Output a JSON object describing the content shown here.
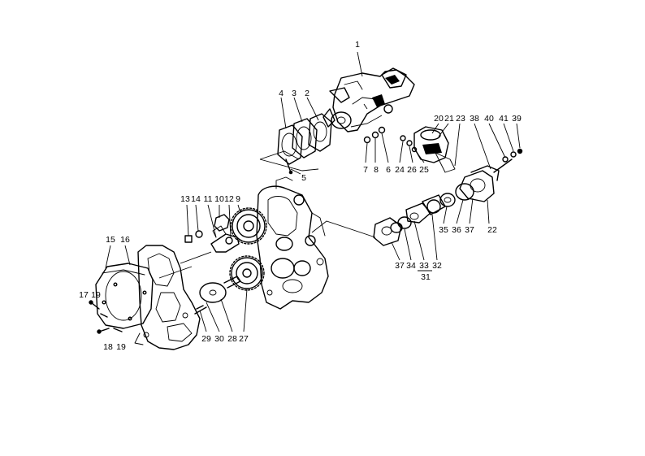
{
  "callouts": [
    {
      "id": "c1",
      "text": "1"
    },
    {
      "id": "c2",
      "text": "2"
    },
    {
      "id": "c3",
      "text": "3"
    },
    {
      "id": "c4",
      "text": "4"
    },
    {
      "id": "c5",
      "text": "5"
    },
    {
      "id": "c6",
      "text": "6"
    },
    {
      "id": "c7",
      "text": "7"
    },
    {
      "id": "c8",
      "text": "8"
    },
    {
      "id": "c9",
      "text": "9"
    },
    {
      "id": "c10",
      "text": "10"
    },
    {
      "id": "c11",
      "text": "11"
    },
    {
      "id": "c12",
      "text": "12"
    },
    {
      "id": "c13",
      "text": "13"
    },
    {
      "id": "c14",
      "text": "14"
    },
    {
      "id": "c15",
      "text": "15"
    },
    {
      "id": "c16",
      "text": "16"
    },
    {
      "id": "c17",
      "text": "17"
    },
    {
      "id": "c19a",
      "text": "19"
    },
    {
      "id": "c18",
      "text": "18"
    },
    {
      "id": "c19b",
      "text": "19"
    },
    {
      "id": "c20",
      "text": "20"
    },
    {
      "id": "c21",
      "text": "21"
    },
    {
      "id": "c22",
      "text": "22"
    },
    {
      "id": "c23",
      "text": "23"
    },
    {
      "id": "c24",
      "text": "24"
    },
    {
      "id": "c25",
      "text": "25"
    },
    {
      "id": "c26",
      "text": "26"
    },
    {
      "id": "c27",
      "text": "27"
    },
    {
      "id": "c28",
      "text": "28"
    },
    {
      "id": "c29",
      "text": "29"
    },
    {
      "id": "c30",
      "text": "30"
    },
    {
      "id": "c31",
      "text": "31"
    },
    {
      "id": "c32",
      "text": "32"
    },
    {
      "id": "c33",
      "text": "33"
    },
    {
      "id": "c34",
      "text": "34"
    },
    {
      "id": "c35",
      "text": "35"
    },
    {
      "id": "c36",
      "text": "36"
    },
    {
      "id": "c37a",
      "text": "37"
    },
    {
      "id": "c37b",
      "text": "37"
    },
    {
      "id": "c38",
      "text": "38"
    },
    {
      "id": "c39",
      "text": "39"
    },
    {
      "id": "c40",
      "text": "40"
    },
    {
      "id": "c41",
      "text": "41"
    }
  ],
  "colors": {
    "ink": "#000000",
    "paper": "#ffffff"
  }
}
